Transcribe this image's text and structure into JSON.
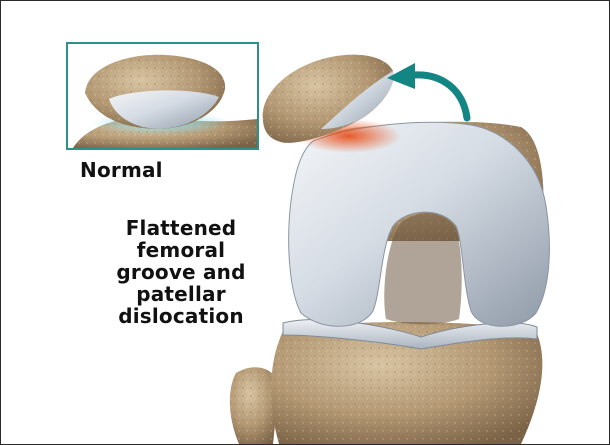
{
  "labels": {
    "normal": "Normal",
    "caption_lines": [
      "Flattened",
      "femoral",
      "groove and",
      "patellar",
      "dislocation"
    ]
  },
  "colors": {
    "bone": "#b39873",
    "cartilage": "#d5dce4",
    "inset_border": "#2e8f8b",
    "arrow": "#138583",
    "inflammation": "#e8521e",
    "normal_contact": "#7fd6e6"
  },
  "icons": {
    "arrow": "curved-arrow-icon"
  }
}
